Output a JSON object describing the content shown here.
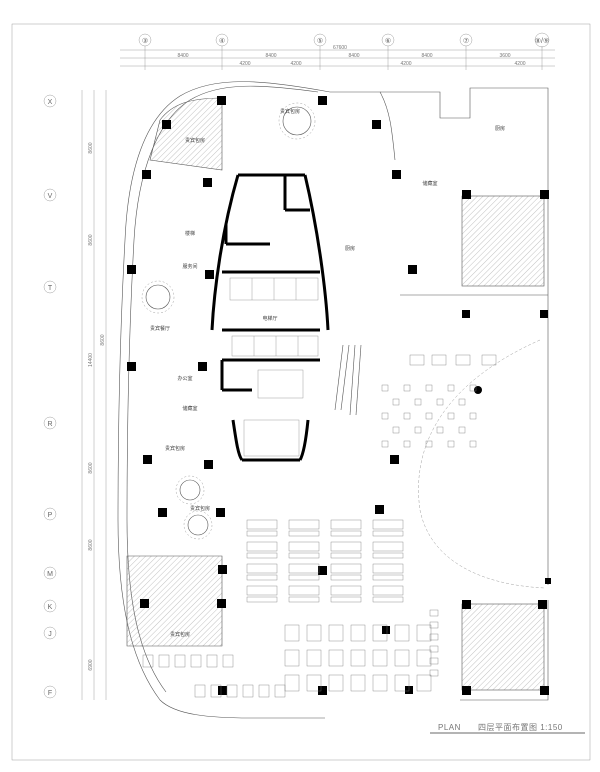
{
  "grid": {
    "columns": [
      "③",
      "④",
      "⑤",
      "⑥",
      "⑦",
      "⑧/⑨"
    ],
    "rows": [
      "X",
      "V",
      "T",
      "R",
      "P",
      "M",
      "K",
      "J",
      "F"
    ]
  },
  "dimensions": {
    "overall": "67600",
    "top_row": [
      "8400",
      "8400",
      "8400",
      "8400",
      "3600"
    ],
    "top_sub": [
      "4200",
      "4200",
      "4200",
      "4200"
    ],
    "left_column": [
      "8600",
      "8600",
      "8600",
      "14400",
      "8600",
      "8600",
      "6900"
    ]
  },
  "rooms": {
    "vip_top_left": "贵宾包房",
    "vip_top_center": "贵宾包房",
    "stairs": "楼梯",
    "service": "服务间",
    "vip_banquet": "贵宾餐厅",
    "office": "办公室",
    "storage": "储藏室",
    "vip_mid": "贵宾包房",
    "vip_lower": "贵宾包房",
    "kitchen": "厨房",
    "vip_bottom": "贵宾包房",
    "elevator_hall": "电梯厅",
    "kitchen_east": "厨房",
    "storage_east": "储藏室"
  },
  "title": {
    "label": "PLAN",
    "text": "四层平面布置图 1:150"
  }
}
